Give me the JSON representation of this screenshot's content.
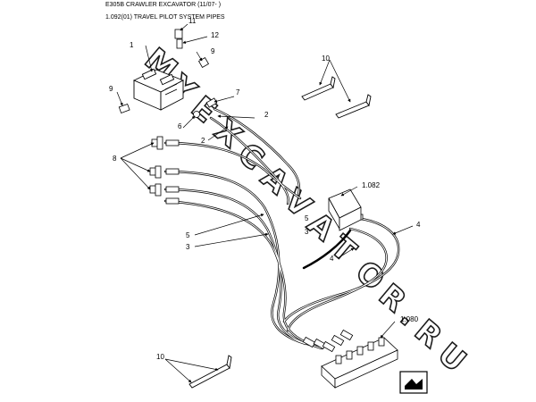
{
  "header": {
    "model": "E305B CRAWLER EXCAVATOR (11/07- )",
    "section": "1.092(01) TRAVEL PILOT SYSTEM PIPES"
  },
  "callouts": [
    "11",
    "1",
    "12",
    "9",
    "9",
    "7",
    "2",
    "6",
    "2",
    "8",
    "1.082",
    "5",
    "5",
    "3",
    "3",
    "4",
    "4",
    "1.080",
    "10",
    "10"
  ],
  "watermark": {
    "text": "MYEXCAVATOR.RU",
    "letters": [
      "M",
      "Y",
      "E",
      "X",
      "C",
      "A",
      "V",
      "A",
      "T",
      "O",
      "R",
      ".",
      "R",
      "U"
    ]
  },
  "nav_icon": "page-turn-icon"
}
